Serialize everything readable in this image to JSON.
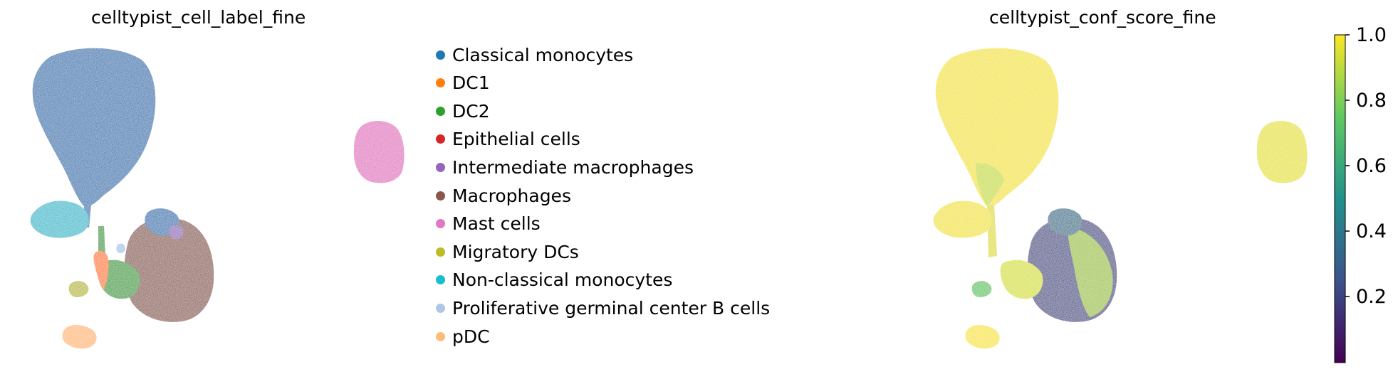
{
  "chart_data": [
    {
      "type": "scatter",
      "title": "celltypist_cell_label_fine",
      "legend": {
        "placement": "right",
        "entries": [
          {
            "name": "Classical monocytes",
            "color": "#1f77b4"
          },
          {
            "name": "DC1",
            "color": "#ff7f0e"
          },
          {
            "name": "DC2",
            "color": "#2ca02c"
          },
          {
            "name": "Epithelial cells",
            "color": "#d62728"
          },
          {
            "name": "Intermediate macrophages",
            "color": "#9467bd"
          },
          {
            "name": "Macrophages",
            "color": "#8c564b"
          },
          {
            "name": "Mast cells",
            "color": "#e377c2"
          },
          {
            "name": "Migratory DCs",
            "color": "#bcbd22"
          },
          {
            "name": "Non-classical monocytes",
            "color": "#17becf"
          },
          {
            "name": "Proliferative germinal center B cells",
            "color": "#aec7e8"
          },
          {
            "name": "pDC",
            "color": "#ffbb78"
          }
        ]
      },
      "axes": "off"
    },
    {
      "type": "scatter",
      "title": "celltypist_conf_score_fine",
      "colorbar": {
        "colormap": "viridis",
        "range": [
          0.0,
          1.0
        ],
        "ticks": [
          "1.0",
          "0.8",
          "0.6",
          "0.4",
          "0.2"
        ],
        "colors": [
          "#440154",
          "#3b528b",
          "#21918c",
          "#5ec962",
          "#fde725"
        ]
      },
      "axes": "off"
    }
  ]
}
